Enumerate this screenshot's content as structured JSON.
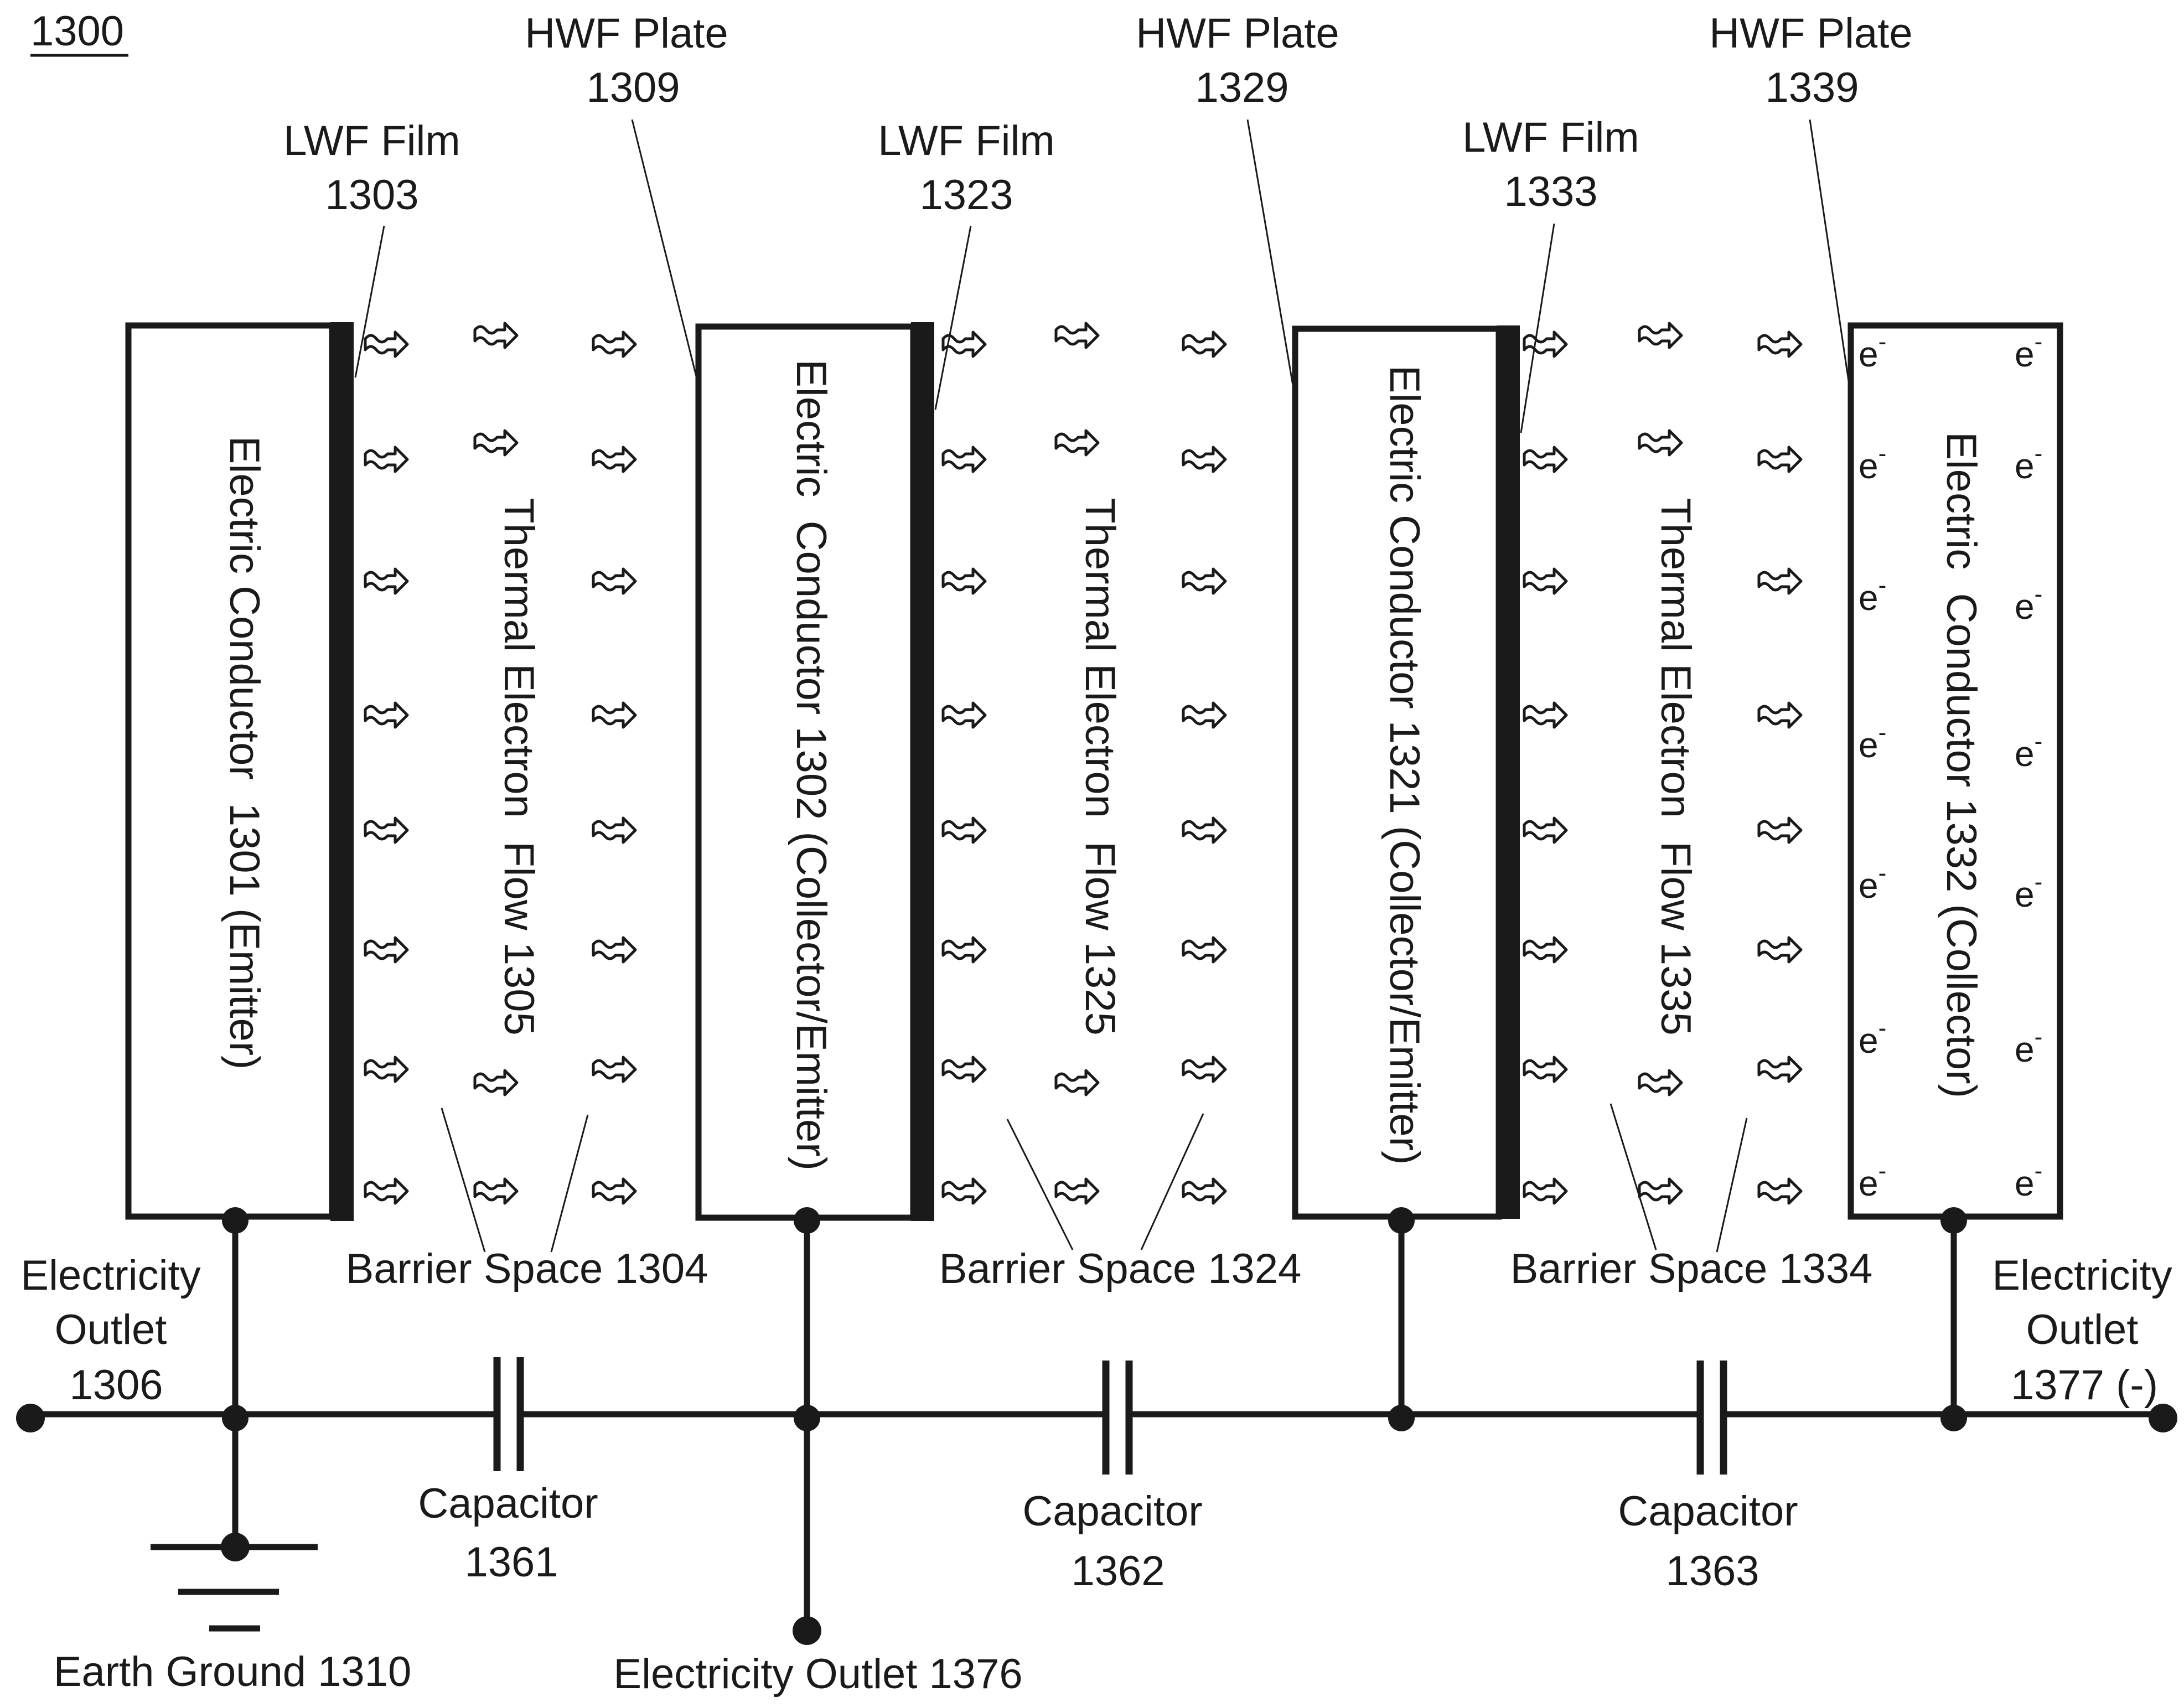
{
  "figure_number": "1300",
  "colors": {
    "ink": "#1a1a1a",
    "background": "#ffffff"
  },
  "conductors": [
    {
      "label": "Electric Conductor  1301 (Emitter)"
    },
    {
      "label": "Electric  Conductor 1302 (Collector/Emitter)"
    },
    {
      "label": "Electric Conductor 1321 (Collector/Emitter)"
    },
    {
      "label": "Electric  Conductor 1332 (Collector)"
    }
  ],
  "lwf_films": [
    {
      "name": "LWF Film",
      "number": "1303"
    },
    {
      "name": "LWF Film",
      "number": "1323"
    },
    {
      "name": "LWF Film",
      "number": "1333"
    }
  ],
  "hwf_plates": [
    {
      "name": "HWF Plate",
      "number": "1309"
    },
    {
      "name": "HWF Plate",
      "number": "1329"
    },
    {
      "name": "HWF Plate",
      "number": "1339"
    }
  ],
  "flows": [
    {
      "label": "Thermal Electron  Flow 1305"
    },
    {
      "label": "Thermal Electron  Flow 1325"
    },
    {
      "label": "Thermal Electron  Flow 1335"
    }
  ],
  "barrier_spaces": [
    {
      "label": "Barrier Space 1304"
    },
    {
      "label": "Barrier Space 1324"
    },
    {
      "label": "Barrier Space 1334"
    }
  ],
  "capacitors": [
    {
      "name": "Capacitor",
      "number": "1361"
    },
    {
      "name": "Capacitor",
      "number": "1362"
    },
    {
      "name": "Capacitor",
      "number": "1363"
    }
  ],
  "outlet_left": {
    "line1": "Electricity",
    "line2": "Outlet",
    "line3": "1306"
  },
  "outlet_right": {
    "line1": "Electricity",
    "line2": "Outlet",
    "line3": "1377 (-)"
  },
  "outlet_bottom": {
    "label": "Electricity Outlet 1376"
  },
  "earth_ground": {
    "label": "Earth Ground 1310"
  },
  "electron_symbol": {
    "base": "e",
    "superscript": "-"
  },
  "flow_icon": "wavy-arrow-icon"
}
